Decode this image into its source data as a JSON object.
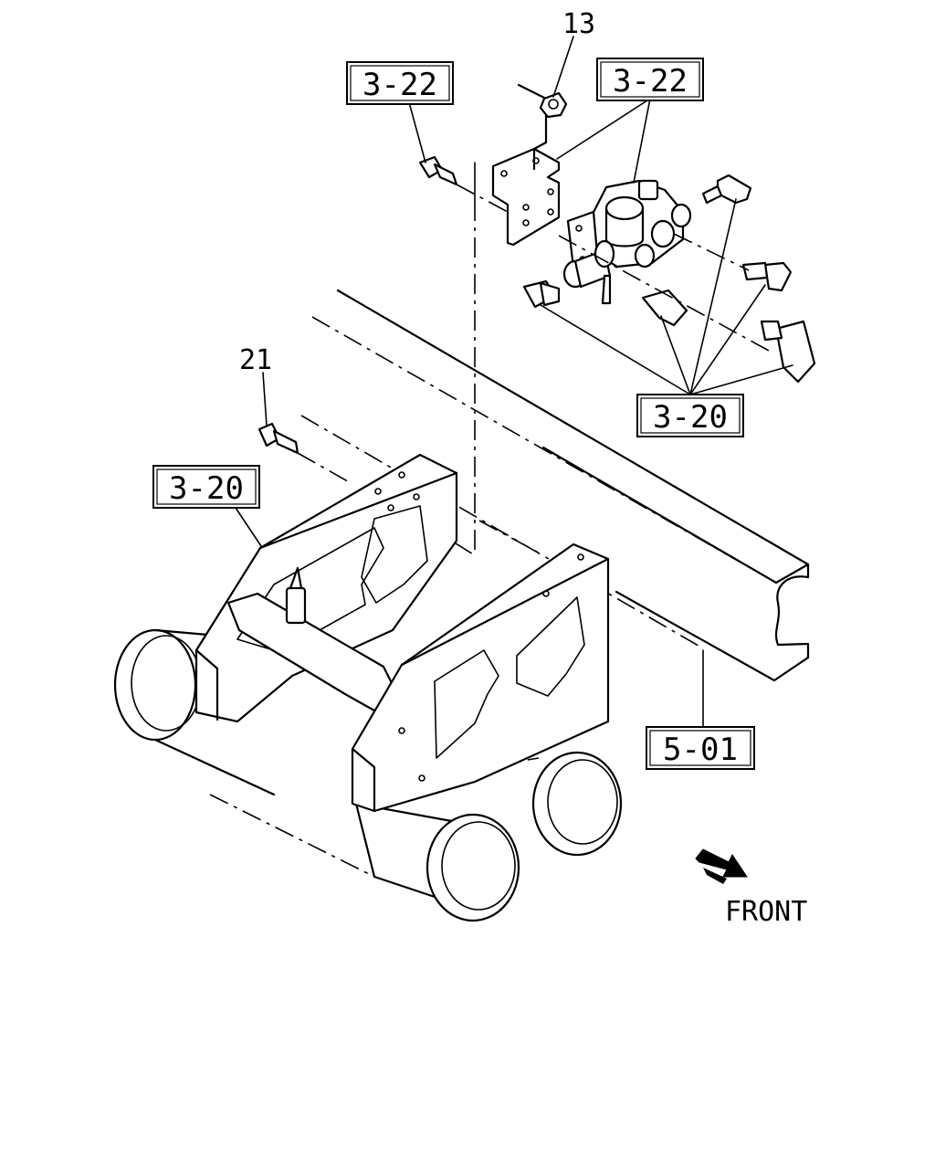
{
  "callouts": {
    "ref_3_22_left": "3-22",
    "ref_3_22_right": "3-22",
    "ref_3_20_right": "3-20",
    "ref_3_20_left": "3-20",
    "ref_5_01": "5-01",
    "part_13": "13",
    "part_21": "21"
  },
  "direction": {
    "front_label": "FRONT"
  }
}
